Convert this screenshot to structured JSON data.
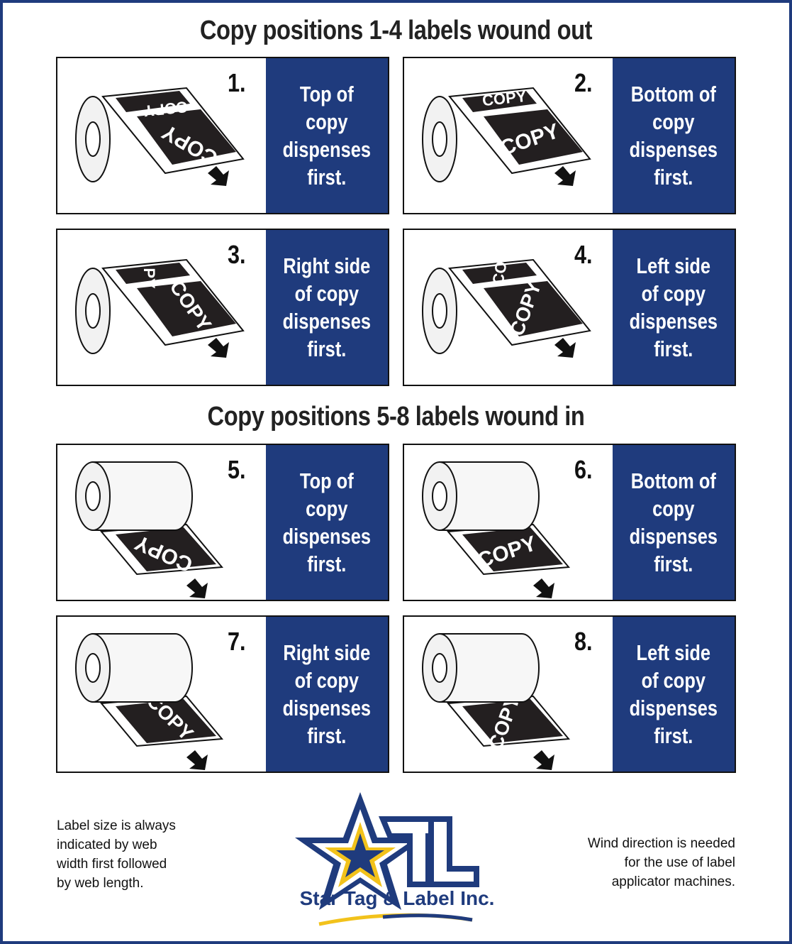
{
  "titles": {
    "wound_out": "Copy positions 1-4 labels wound out",
    "wound_in": "Copy positions 5-8 labels wound in"
  },
  "cards": [
    {
      "number": "1.",
      "text": "Top of\ncopy\ndispenses\nfirst.",
      "wind": "out",
      "copy_label": "COPY",
      "next_label": "COPY"
    },
    {
      "number": "2.",
      "text": "Bottom of\ncopy\ndispenses\nfirst.",
      "wind": "out",
      "copy_label": "COPY",
      "next_label": "COPY"
    },
    {
      "number": "3.",
      "text": "Right side\nof copy\ndispenses\nfirst.",
      "wind": "out",
      "copy_label": "COPY",
      "next_label": "PY"
    },
    {
      "number": "4.",
      "text": "Left side\nof copy\ndispenses\nfirst.",
      "wind": "out",
      "copy_label": "COPY",
      "next_label": "CO"
    },
    {
      "number": "5.",
      "text": "Top of\ncopy\ndispenses\nfirst.",
      "wind": "in",
      "copy_label": "COPY"
    },
    {
      "number": "6.",
      "text": "Bottom of\ncopy\ndispenses\nfirst.",
      "wind": "in",
      "copy_label": "COPY"
    },
    {
      "number": "7.",
      "text": "Right side\nof copy\ndispenses\nfirst.",
      "wind": "in",
      "copy_label": "COPY"
    },
    {
      "number": "8.",
      "text": "Left side\nof copy\ndispenses\nfirst.",
      "wind": "in",
      "copy_label": "COPY"
    }
  ],
  "footer": {
    "left_note": "Label size is always\nindicated by web\nwidth first followed\nby web length.",
    "right_note": "Wind direction is needed\nfor the use of label\napplicator machines.",
    "company": "Star Tag & Label Inc."
  },
  "colors": {
    "brand_blue": "#1f3b7d",
    "label_black": "#231f20",
    "star_gold": "#f2c21b"
  }
}
